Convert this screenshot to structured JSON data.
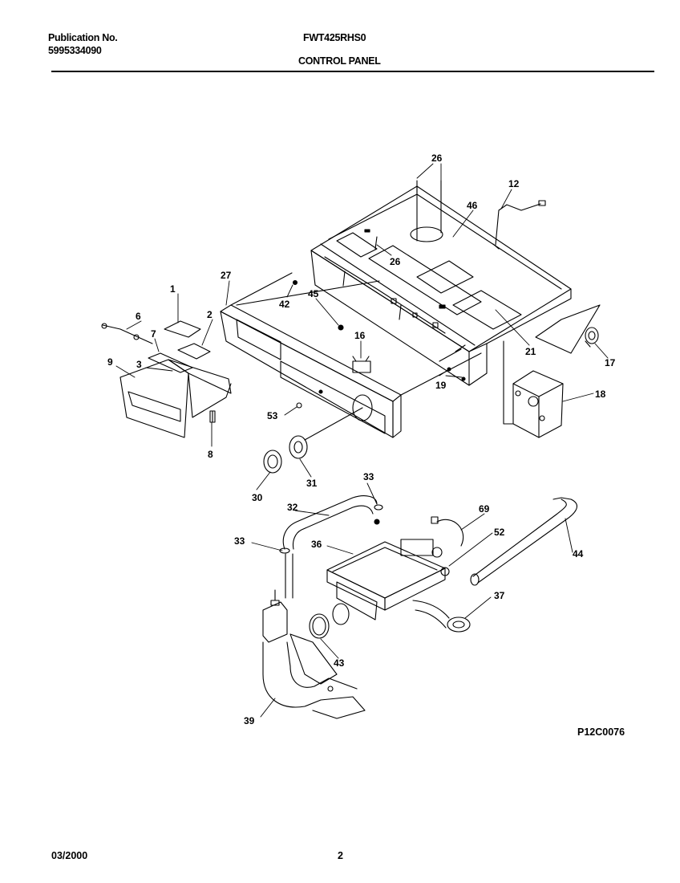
{
  "header": {
    "publication_label": "Publication No.",
    "publication_number": "5995334090",
    "model": "FWT425RHS0",
    "section": "CONTROL PANEL"
  },
  "diagram": {
    "code": "P12C0076",
    "callouts": [
      "1",
      "2",
      "3",
      "6",
      "7",
      "8",
      "9",
      "12",
      "16",
      "17",
      "18",
      "19",
      "21",
      "26",
      "26",
      "27",
      "30",
      "31",
      "32",
      "33",
      "33",
      "36",
      "37",
      "39",
      "42",
      "43",
      "44",
      "45",
      "46",
      "52",
      "53",
      "69"
    ]
  },
  "footer": {
    "date": "03/2000",
    "page": "2"
  }
}
